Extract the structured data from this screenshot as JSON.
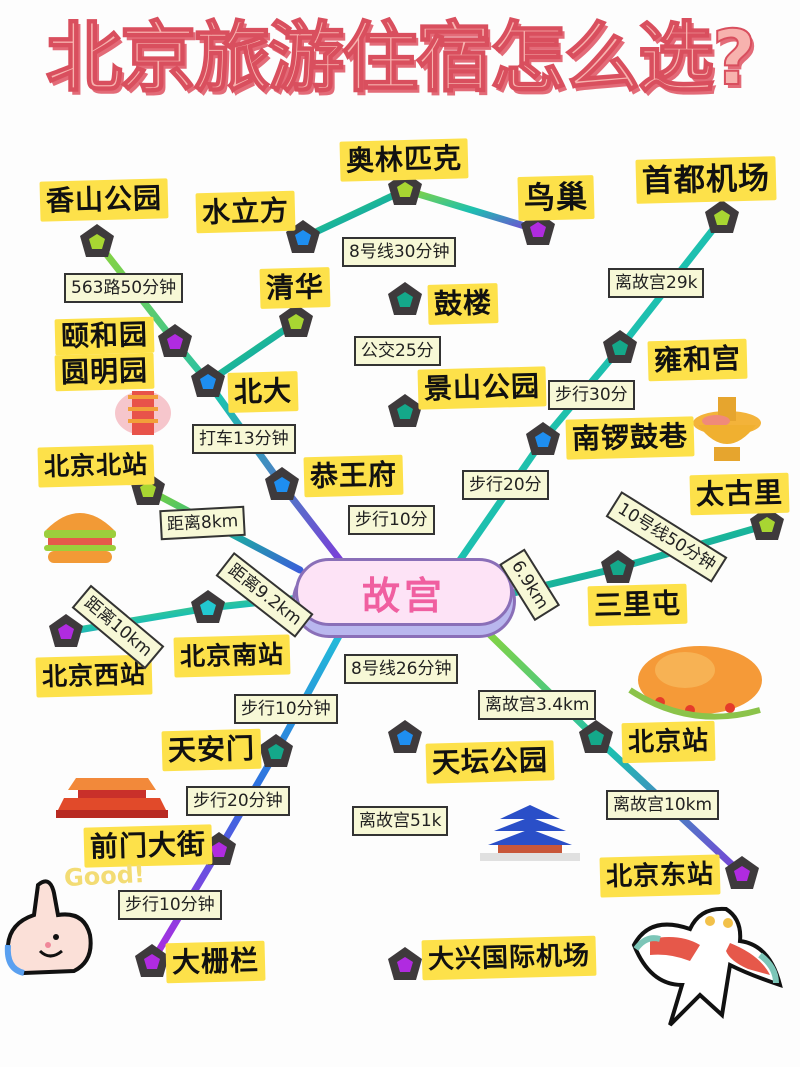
{
  "title": "北京旅游住宿怎么选?",
  "center": {
    "label": "故宫"
  },
  "stations": {
    "xiangshan": "香山公园",
    "shuilifang": "水立方",
    "olympic": "奥林匹克",
    "niaochao": "鸟巢",
    "capital_airport": "首都机场",
    "qinghua": "清华",
    "yiheyuan": "颐和园",
    "yuanmingyuan": "圆明园",
    "beida": "北大",
    "gulou": "鼓楼",
    "jingshan": "景山公园",
    "yonghegong": "雍和宫",
    "nanluoguxiang": "南锣鼓巷",
    "beijing_north": "北京北站",
    "gongwangfu": "恭王府",
    "taikoo_li": "太古里",
    "sanlitun": "三里屯",
    "beijing_south": "北京南站",
    "beijing_west": "北京西站",
    "tiananmen": "天安门",
    "qianmen": "前门大街",
    "dashilan": "大栅栏",
    "tiantan": "天坛公园",
    "daxing_airport": "大兴国际机场",
    "beijing_station": "北京站",
    "beijing_east": "北京东站"
  },
  "routes": {
    "xiangshan_yiheyuan": "563路50分钟",
    "olympic_gulou": "8号线30分钟",
    "gulou_jingshan": "公交25分",
    "capital_airport": "离故宫29k",
    "yonghegong_nanluo": "步行30分",
    "beida_gongwangfu": "打车13分钟",
    "nanluo_center": "步行20分",
    "jingshan_center": "步行10分",
    "beijing_north": "距离8km",
    "sanlitun_taikoo": "10号线50分钟",
    "sanlitun_center": "6.9km",
    "beijing_south": "距离9.2km",
    "beijing_west": "距离10km",
    "center_tiantan": "8号线26分钟",
    "center_beijing_station": "离故宫3.4km",
    "center_tiananmen": "步行10分钟",
    "tiananmen_qianmen": "步行20分钟",
    "qianmen_dashilan": "步行10分钟",
    "tiantan_daxing": "离故宫51k",
    "beijing_station_east": "离故宫10km"
  },
  "stickers": {
    "good": "Good!"
  },
  "colors": {
    "label_bg": "#fde14a",
    "tag_bg": "#f7f8d6",
    "center_bg": "#fde3f6",
    "center_text": "#f05fa0",
    "title_fill": "#f7b2ae",
    "title_stroke": "#d94f5e",
    "node_green": "#a8d632",
    "node_blue": "#1e8ef0",
    "node_purple": "#b02be0",
    "node_teal": "#14a88a"
  }
}
